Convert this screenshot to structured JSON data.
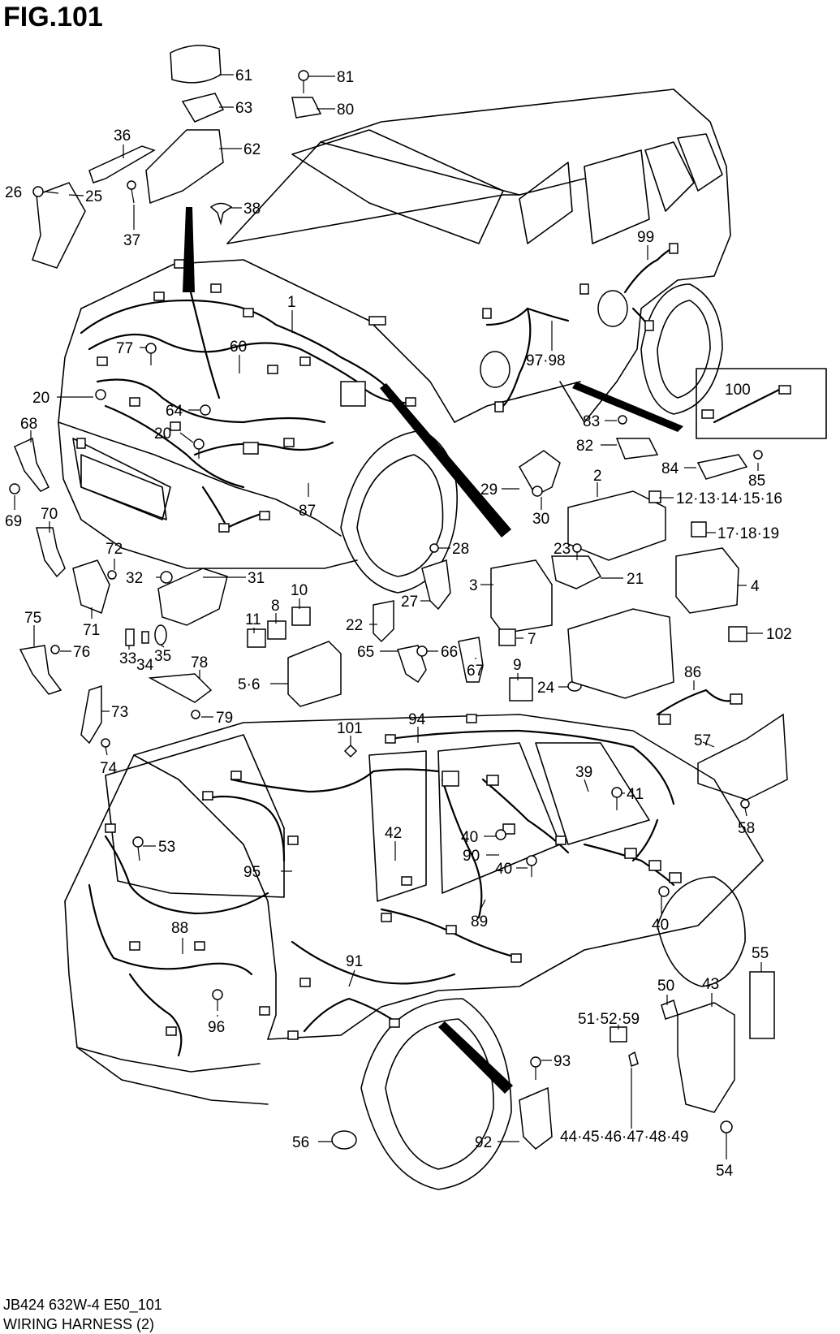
{
  "figure": {
    "title": "FIG.101",
    "footer_code": "JB424 632W-4 E50_101",
    "footer_caption": "WIRING HARNESS (2)"
  },
  "callouts": [
    {
      "id": "c61",
      "text": "61"
    },
    {
      "id": "c81",
      "text": "81"
    },
    {
      "id": "c63",
      "text": "63"
    },
    {
      "id": "c80",
      "text": "80"
    },
    {
      "id": "c36",
      "text": "36"
    },
    {
      "id": "c62",
      "text": "62"
    },
    {
      "id": "c26",
      "text": "26"
    },
    {
      "id": "c25",
      "text": "25"
    },
    {
      "id": "c38",
      "text": "38"
    },
    {
      "id": "c37",
      "text": "37"
    },
    {
      "id": "c99",
      "text": "99"
    },
    {
      "id": "c1",
      "text": "1"
    },
    {
      "id": "c77",
      "text": "77"
    },
    {
      "id": "c60",
      "text": "60"
    },
    {
      "id": "c9798",
      "text": "97·98"
    },
    {
      "id": "c100",
      "text": "100"
    },
    {
      "id": "c20a",
      "text": "20"
    },
    {
      "id": "c64",
      "text": "64"
    },
    {
      "id": "c83",
      "text": "83"
    },
    {
      "id": "c68",
      "text": "68"
    },
    {
      "id": "c20b",
      "text": "20"
    },
    {
      "id": "c82",
      "text": "82"
    },
    {
      "id": "c2",
      "text": "2"
    },
    {
      "id": "c84",
      "text": "84"
    },
    {
      "id": "c85",
      "text": "85"
    },
    {
      "id": "c29",
      "text": "29"
    },
    {
      "id": "c69",
      "text": "69"
    },
    {
      "id": "c12to16",
      "text": "12·13·14·15·16"
    },
    {
      "id": "c87",
      "text": "87"
    },
    {
      "id": "c30",
      "text": "30"
    },
    {
      "id": "c70",
      "text": "70"
    },
    {
      "id": "c171819",
      "text": "17·18·19"
    },
    {
      "id": "c28",
      "text": "28"
    },
    {
      "id": "c23",
      "text": "23"
    },
    {
      "id": "c72",
      "text": "72"
    },
    {
      "id": "c32",
      "text": "32"
    },
    {
      "id": "c31",
      "text": "31"
    },
    {
      "id": "c3",
      "text": "3"
    },
    {
      "id": "c21",
      "text": "21"
    },
    {
      "id": "c4",
      "text": "4"
    },
    {
      "id": "c10",
      "text": "10"
    },
    {
      "id": "c71",
      "text": "71"
    },
    {
      "id": "c27",
      "text": "27"
    },
    {
      "id": "c75",
      "text": "75"
    },
    {
      "id": "c8",
      "text": "8"
    },
    {
      "id": "c11",
      "text": "11"
    },
    {
      "id": "c22",
      "text": "22"
    },
    {
      "id": "c7",
      "text": "7"
    },
    {
      "id": "c102",
      "text": "102"
    },
    {
      "id": "c76",
      "text": "76"
    },
    {
      "id": "c35",
      "text": "35"
    },
    {
      "id": "c65",
      "text": "65"
    },
    {
      "id": "c66",
      "text": "66"
    },
    {
      "id": "c33",
      "text": "33"
    },
    {
      "id": "c34",
      "text": "34"
    },
    {
      "id": "c78",
      "text": "78"
    },
    {
      "id": "c67",
      "text": "67"
    },
    {
      "id": "c9",
      "text": "9"
    },
    {
      "id": "c86",
      "text": "86"
    },
    {
      "id": "c56x",
      "text": "5·6"
    },
    {
      "id": "c24",
      "text": "24"
    },
    {
      "id": "c73",
      "text": "73"
    },
    {
      "id": "c79",
      "text": "79"
    },
    {
      "id": "c94",
      "text": "94"
    },
    {
      "id": "c101",
      "text": "101"
    },
    {
      "id": "c57",
      "text": "57"
    },
    {
      "id": "c74",
      "text": "74"
    },
    {
      "id": "c39",
      "text": "39"
    },
    {
      "id": "c41",
      "text": "41"
    },
    {
      "id": "c58",
      "text": "58"
    },
    {
      "id": "c53",
      "text": "53"
    },
    {
      "id": "c42",
      "text": "42"
    },
    {
      "id": "c40a",
      "text": "40"
    },
    {
      "id": "c90",
      "text": "90"
    },
    {
      "id": "c95",
      "text": "95"
    },
    {
      "id": "c40b",
      "text": "40"
    },
    {
      "id": "c88",
      "text": "88"
    },
    {
      "id": "c89",
      "text": "89"
    },
    {
      "id": "c40c",
      "text": "40"
    },
    {
      "id": "c91",
      "text": "91"
    },
    {
      "id": "c55",
      "text": "55"
    },
    {
      "id": "c50",
      "text": "50"
    },
    {
      "id": "c43",
      "text": "43"
    },
    {
      "id": "c96",
      "text": "96"
    },
    {
      "id": "c515259",
      "text": "51·52·59"
    },
    {
      "id": "c93",
      "text": "93"
    },
    {
      "id": "c56",
      "text": "56"
    },
    {
      "id": "c92",
      "text": "92"
    },
    {
      "id": "c44to49",
      "text": "44·45·46·47·48·49"
    },
    {
      "id": "c54",
      "text": "54"
    }
  ]
}
